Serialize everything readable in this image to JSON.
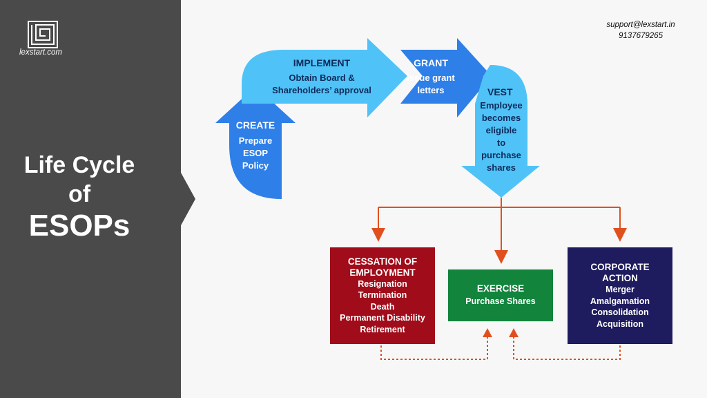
{
  "brand": {
    "logo_text": "lexstart.com",
    "contact_email": "support@lexstart.in",
    "contact_phone": "9137679265"
  },
  "title": {
    "line1": "Life Cycle",
    "line2": "of",
    "line3": "ESOPs"
  },
  "stages": {
    "create": {
      "heading": "CREATE",
      "body": [
        "Prepare",
        "ESOP",
        "Policy"
      ]
    },
    "implement": {
      "heading": "IMPLEMENT",
      "body": [
        "Obtain Board &",
        "Shareholders’ approval"
      ]
    },
    "grant": {
      "heading": "GRANT",
      "body": [
        "Issue grant",
        "letters"
      ]
    },
    "vest": {
      "heading": "VEST",
      "body": [
        "Employee",
        "becomes",
        "eligible",
        "to",
        "purchase",
        "shares"
      ]
    }
  },
  "outcomes": {
    "cessation": {
      "heading": [
        "CESSATION OF",
        "EMPLOYMENT"
      ],
      "items": [
        "Resignation",
        "Termination",
        "Death",
        "Permanent Disability",
        "Retirement"
      ]
    },
    "exercise": {
      "heading": "EXERCISE",
      "items": [
        "Purchase Shares"
      ]
    },
    "corporate": {
      "heading": [
        "CORPORATE",
        "ACTION"
      ],
      "items": [
        "Merger",
        "Amalgamation",
        "Consolidation",
        "Acquisition"
      ]
    }
  },
  "colors": {
    "panel": "#4a4a4a",
    "light_blue": "#4fc3f7",
    "mid_blue": "#2f7fe8",
    "cessation_red": "#a00c1a",
    "exercise_green": "#12843c",
    "corporate_navy": "#1e1b5e",
    "connector_orange": "#e0501e"
  }
}
